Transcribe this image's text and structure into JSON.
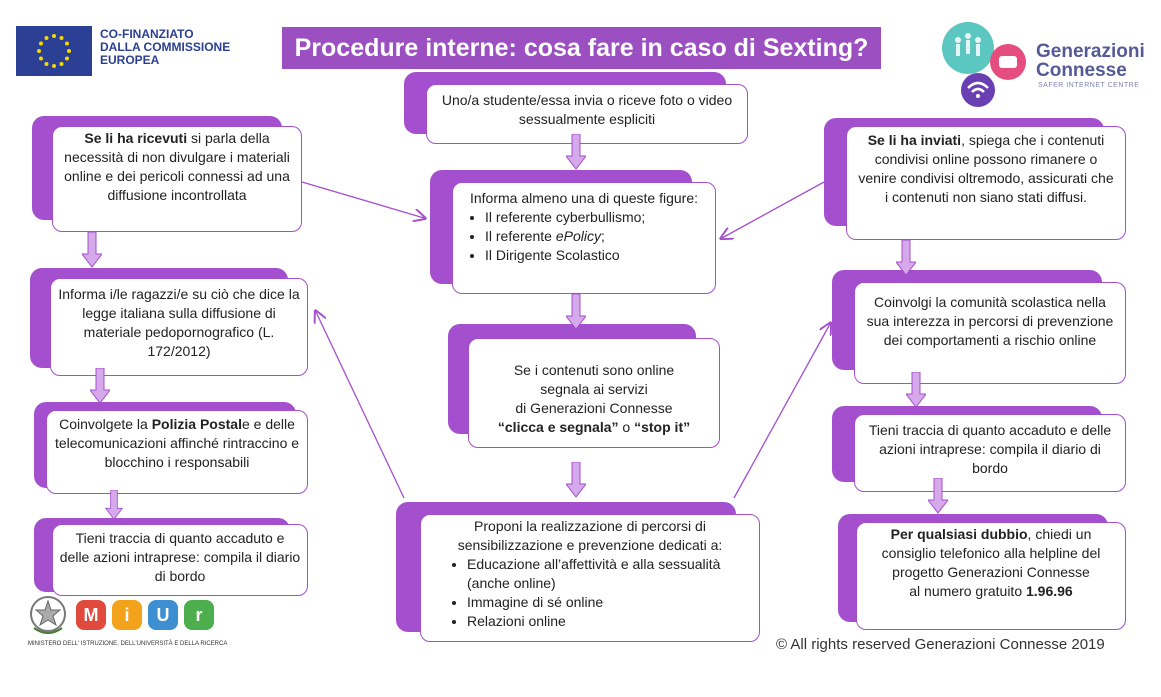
{
  "header": {
    "eu_lines": [
      "CO-FINANZIATO",
      "DALLA COMMISSIONE",
      "EUROPEA"
    ],
    "title": "Procedure interne: cosa fare in caso di Sexting?",
    "brand_line1": "Generazioni",
    "brand_line2": "Connesse",
    "brand_sub": "SAFER INTERNET CENTRE"
  },
  "boxes": {
    "top": "Uno/a studente/essa  invia o riceve foto o video sessualmente espliciti",
    "left1_bold": "Se li ha ricevuti",
    "left1_rest": " si parla della necessità di non divulgare i materiali online e dei pericoli connessi ad una diffusione incontrollata",
    "right1_bold": "Se li ha inviati",
    "right1_rest": ", spiega che i contenuti condivisi online possono rimanere o venire condivisi oltremodo, assicurati che i contenuti non siano stati diffusi.",
    "center2_intro": "Informa almeno una di queste figure:",
    "center2_item1": "Il referente cyberbullismo;",
    "center2_item2_pre": "Il referente ",
    "center2_item2_em": "ePolicy",
    "center2_item2_post": ";",
    "center2_item3": "Il Dirigente Scolastico",
    "left2": "Informa i/le ragazzi/e su ciò che dice la legge italiana sulla diffusione di materiale pedopornografico (L. 172/2012)",
    "center3_line1": "Se i contenuti sono online",
    "center3_line2": "segnala ai servizi",
    "center3_line3": "di  Generazioni Connesse",
    "center3_bold1": "“clicca e segnala”",
    "center3_mid": " o ",
    "center3_bold2": "“stop it”",
    "left3_pre": "Coinvolgete la ",
    "left3_bold": "Polizia Postal",
    "left3_rest": "e e delle telecomunicazioni affinché rintraccino e blocchino i responsabili",
    "left4": "Tieni traccia di quanto accaduto e delle azioni intraprese: compila il diario di bordo",
    "right2": "Coinvolgi la comunità scolastica nella sua interezza in percorsi di prevenzione dei comportamenti a rischio online",
    "right3": "Tieni traccia di quanto accaduto e delle azioni intraprese: compila il diario di bordo",
    "right4_bold": "Per qualsiasi dubbio",
    "right4_rest": ", chiedi un consiglio telefonico alla helpline  del progetto Generazioni Connesse",
    "right4_tail": "al numero gratuito ",
    "right4_number": "1.96.96",
    "bottom_intro": "Proponi la realizzazione di percorsi di sensibilizzazione  e prevenzione dedicati a:",
    "bottom_item1": "Educazione all’affettività e alla sessualità (anche online)",
    "bottom_item2": "Immagine di sé online",
    "bottom_item3": "Relazioni online"
  },
  "footer": {
    "copyright": "© All rights reserved Generazioni Connesse  2019",
    "miur_letters": [
      "M",
      "i",
      "U",
      "r"
    ],
    "miur_caption": "MINISTERO DELL' ISTRUZIONE, DELL'UNIVERSITÀ E DELLA RICERCA"
  },
  "colors": {
    "accent": "#a44fcd",
    "title_bg": "#9b4fc0",
    "eu_blue": "#2b3f94"
  }
}
